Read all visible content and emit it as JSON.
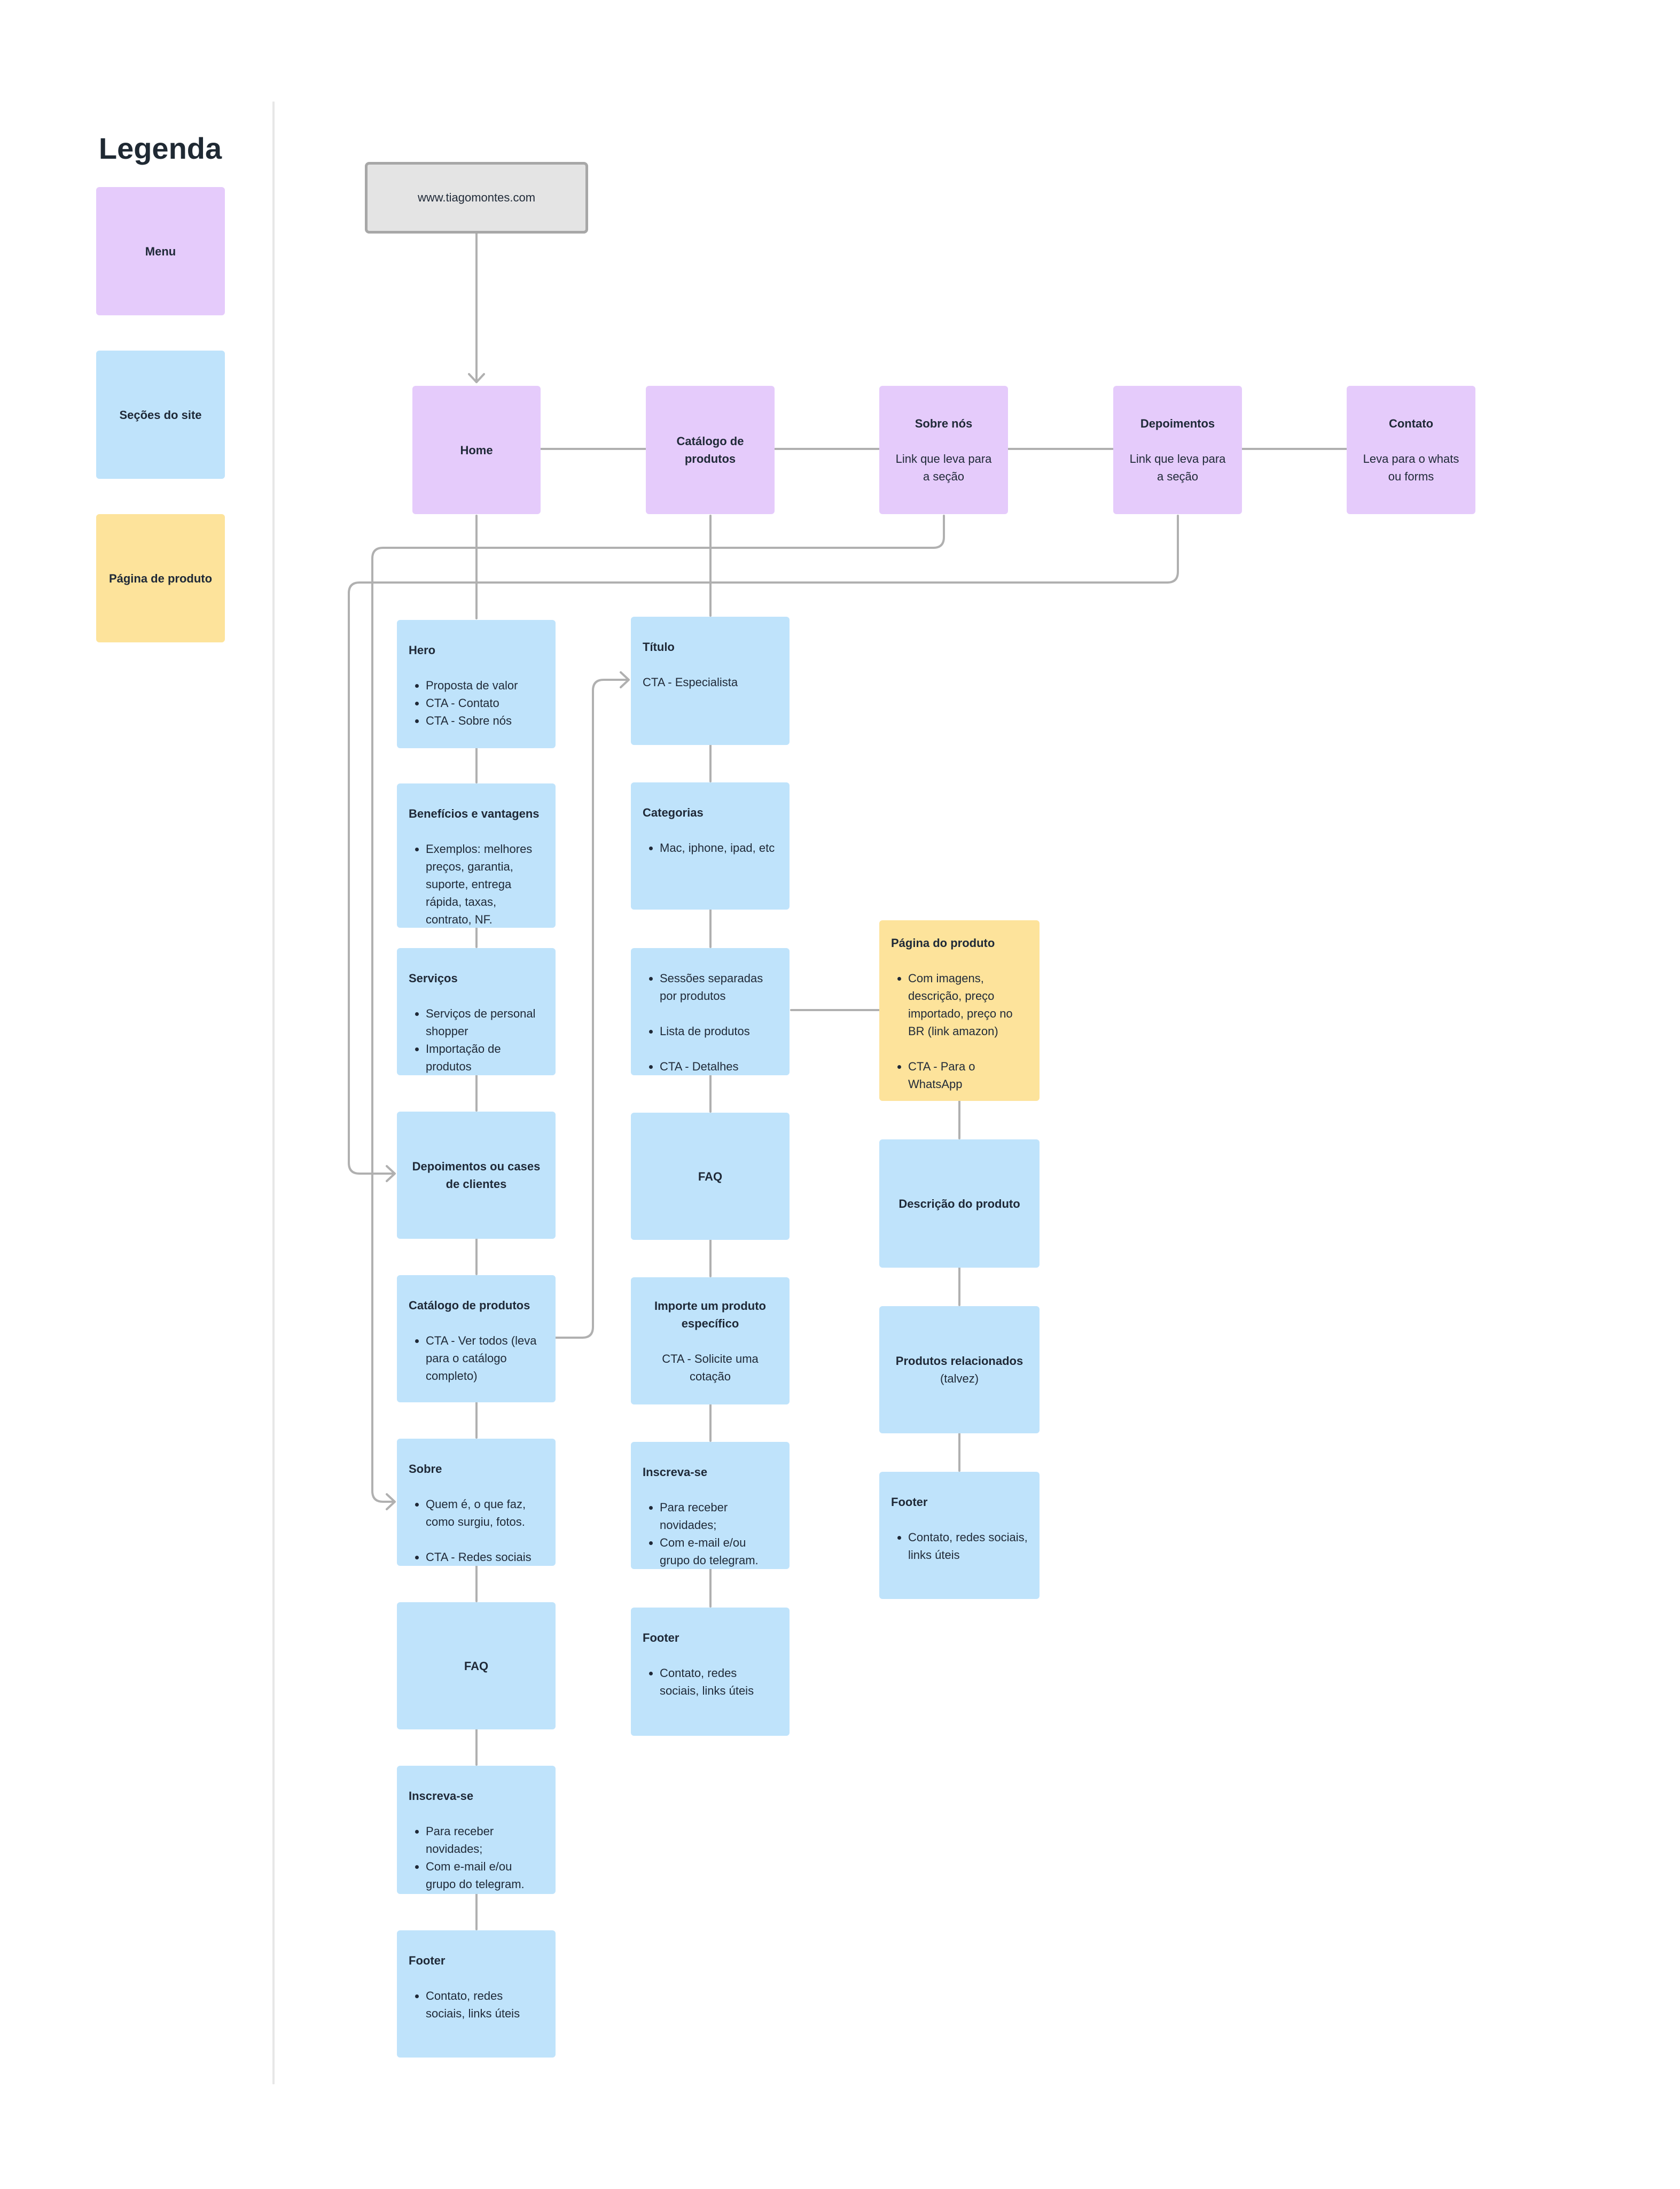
{
  "legend": {
    "title": "Legenda",
    "items": [
      {
        "label": "Menu",
        "color": "#e5cbfb"
      },
      {
        "label": "Seções do site",
        "color": "#bfe3fb"
      },
      {
        "label": "Página de produto",
        "color": "#fde39b"
      }
    ]
  },
  "root": {
    "label": "www.tiagomontes.com"
  },
  "menu": [
    {
      "title": "Home",
      "body": ""
    },
    {
      "title": "Catálogo de produtos",
      "body": ""
    },
    {
      "title": "Sobre nós",
      "body": "Link que leva para a seção"
    },
    {
      "title": "Depoimentos",
      "body": "Link que leva para a seção"
    },
    {
      "title": "Contato",
      "body": "Leva para o whats ou forms"
    }
  ],
  "home_sections": [
    {
      "title": "Hero",
      "items": [
        "Proposta de valor",
        "CTA - Contato",
        "CTA - Sobre nós"
      ]
    },
    {
      "title": "Benefícios e vantagens",
      "items": [
        "Exemplos: melhores preços, garantia, suporte, entrega rápida, taxas, contrato, NF."
      ]
    },
    {
      "title": "Serviços",
      "items": [
        "Serviços de personal shopper",
        "Importação de produtos"
      ]
    },
    {
      "title": "Depoimentos ou cases de clientes",
      "items": []
    },
    {
      "title": "Catálogo de produtos",
      "items": [
        "CTA - Ver todos (leva para o catálogo completo)"
      ]
    },
    {
      "title": "Sobre",
      "items": [
        "Quem é, o que faz, como surgiu, fotos.",
        "CTA - Redes sociais"
      ]
    },
    {
      "title": "FAQ",
      "items": []
    },
    {
      "title": "Inscreva-se",
      "items": [
        "Para receber novidades;",
        "Com e-mail e/ou grupo do telegram."
      ]
    },
    {
      "title": "Footer",
      "items": [
        "Contato, redes sociais, links úteis"
      ]
    }
  ],
  "catalog_sections": [
    {
      "title": "Título",
      "body": "CTA - Especialista"
    },
    {
      "title": "Categorias",
      "items": [
        "Mac, iphone, ipad, etc"
      ]
    },
    {
      "items": [
        "Sessões separadas por produtos",
        "Lista de produtos",
        "CTA - Detalhes"
      ]
    },
    {
      "title": "FAQ"
    },
    {
      "title": "Importe um produto específico",
      "body": "CTA - Solicite uma cotação"
    },
    {
      "title": "Inscreva-se",
      "items": [
        "Para receber novidades;",
        "Com e-mail e/ou grupo do telegram."
      ]
    },
    {
      "title": "Footer",
      "items": [
        "Contato, redes sociais, links úteis"
      ]
    }
  ],
  "product_sections": [
    {
      "title": "Página do produto",
      "items": [
        "Com imagens, descrição, preço importado, preço no BR (link amazon)",
        "CTA - Para o WhatsApp"
      ]
    },
    {
      "title": "Descrição do produto"
    },
    {
      "title": "Produtos relacionados",
      "body": "(talvez)"
    },
    {
      "title": "Footer",
      "items": [
        "Contato, redes sociais, links úteis"
      ]
    }
  ]
}
